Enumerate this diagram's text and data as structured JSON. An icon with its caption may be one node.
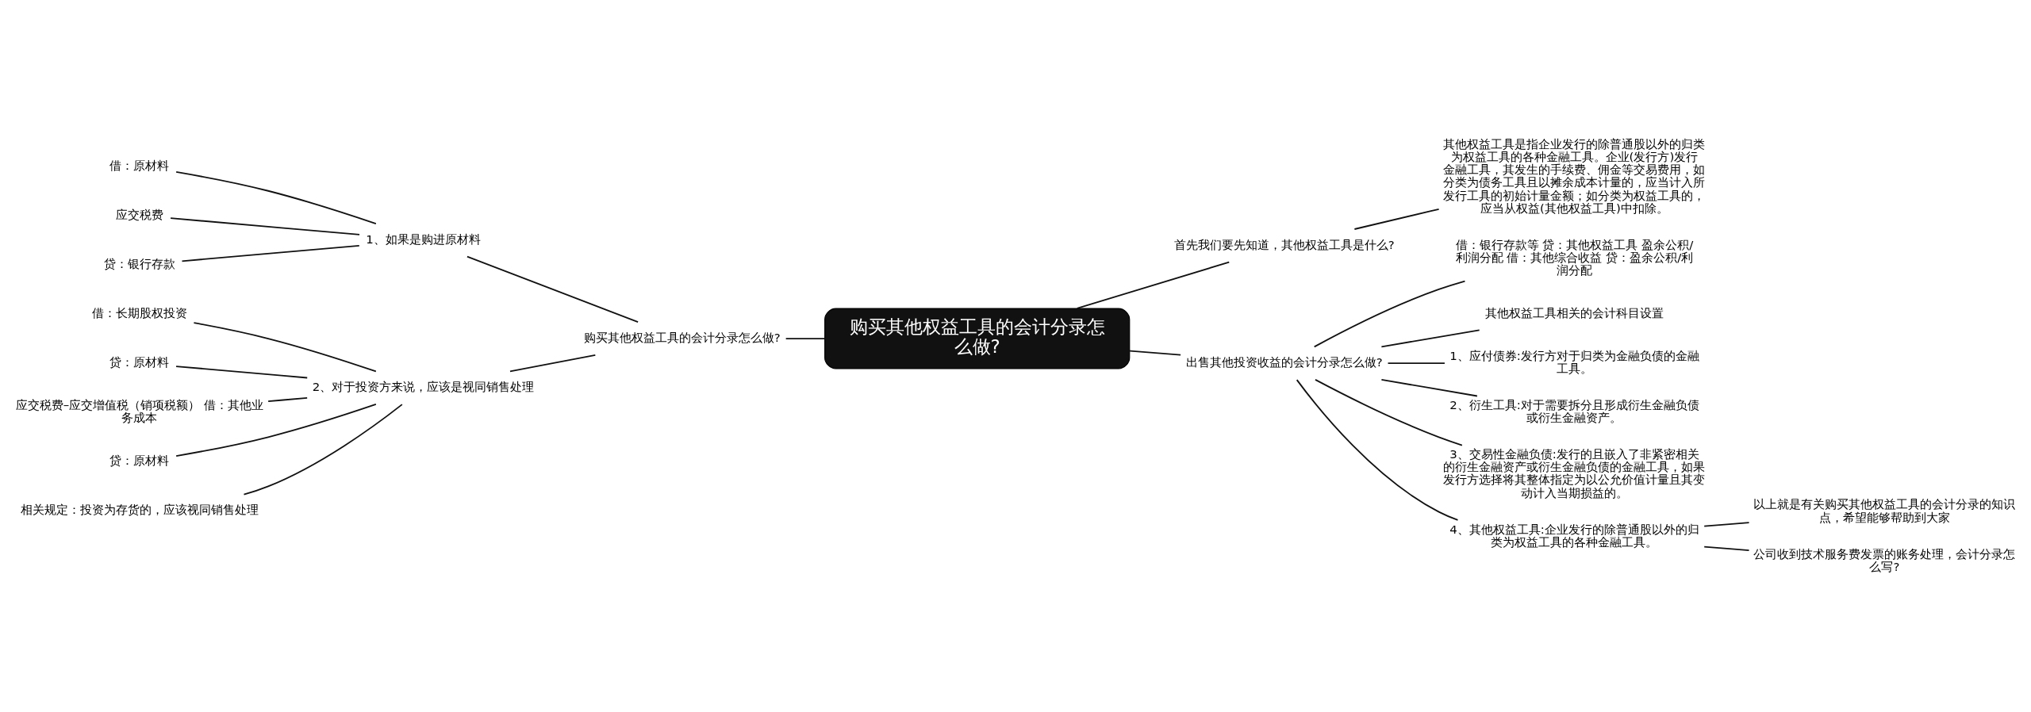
{
  "diagram": {
    "nodes": [
      {
        "text": [
          "购买其他权益工具的会计分录怎么做?"
        ]
      },
      {
        "text": [
          "购买其他权益工具的会计分录怎么做?"
        ]
      },
      {
        "text": [
          "1、如果是购进原材料"
        ]
      },
      {
        "text": [
          "借：原材料"
        ]
      },
      {
        "text": [
          "应交税费"
        ]
      },
      {
        "text": [
          "贷：银行存款"
        ]
      },
      {
        "text": [
          "2、对于投资方来说，应该是视同销售处理"
        ]
      },
      {
        "text": [
          "借：长期股权投资"
        ]
      },
      {
        "text": [
          "贷：原材料"
        ]
      },
      {
        "text": [
          "应交税费–应交增值税（销项税额） 借：其他业务成本"
        ]
      },
      {
        "text": [
          "贷：原材料"
        ]
      },
      {
        "text": [
          "相关规定：投资为存货的，应该视同销售处理"
        ]
      },
      {
        "text": [
          "首先我们要先知道，其他权益工具是什么?"
        ]
      },
      {
        "text": [
          "其他权益工具是指企业发行的除普通股以外的归类为权益工具的各种金融工具。企业(发行方)发行金融工具，其发生的手续费、佣金等交易费用，如分类为债务工具且以摊余成本计量的，应当计入所发行工具的初始计量金额；如分类为权益工具的，应当从权益(其他权益工具)中扣除。"
        ]
      },
      {
        "text": [
          "出售其他投资收益的会计分录怎么做?"
        ]
      },
      {
        "text": [
          "借：银行存款等 贷：其他权益工具 盈余公积/利润分配 借：其他综合收益 贷：盈余公积/利润分配"
        ]
      },
      {
        "text": [
          "其他权益工具相关的会计科目设置"
        ]
      },
      {
        "text": [
          "1、应付债券:发行方对于归类为金融负债的金融工具。"
        ]
      },
      {
        "text": [
          "2、衍生工具:对于需要拆分且形成衍生金融负债或衍生金融资产。"
        ]
      },
      {
        "text": [
          "3、交易性金融负债:发行的且嵌入了非紧密相关的衍生金融资产或衍生金融负债的金融工具，如果发行方选择将其整体指定为以公允价值计量且其变动计入当期损益的。"
        ]
      },
      {
        "text": [
          "4、其他权益工具:企业发行的除普通股以外的归类为权益工具的各种金融工具。"
        ]
      },
      {
        "text": [
          "以上就是有关购买其他权益工具的会计分录的知识点，希望能够帮助到大家"
        ]
      },
      {
        "text": [
          "公司收到技术服务费发票的账务处理，会计分录怎么写?"
        ]
      }
    ],
    "edges": [
      {
        "from": 0,
        "to": 1,
        "arrow": "none"
      },
      {
        "from": 1,
        "to": 2,
        "arrow": "none"
      },
      {
        "from": 2,
        "to": 3,
        "arrow": "none"
      },
      {
        "from": 2,
        "to": 4,
        "arrow": "none"
      },
      {
        "from": 2,
        "to": 5,
        "arrow": "none"
      },
      {
        "from": 1,
        "to": 6,
        "arrow": "none"
      },
      {
        "from": 6,
        "to": 7,
        "arrow": "none"
      },
      {
        "from": 6,
        "to": 8,
        "arrow": "none"
      },
      {
        "from": 6,
        "to": 9,
        "arrow": "none"
      },
      {
        "from": 6,
        "to": 10,
        "arrow": "none"
      },
      {
        "from": 6,
        "to": 11,
        "arrow": "none"
      },
      {
        "from": 0,
        "to": 12,
        "arrow": "none"
      },
      {
        "from": 12,
        "to": 13,
        "arrow": "none"
      },
      {
        "from": 0,
        "to": 14,
        "arrow": "none"
      },
      {
        "from": 14,
        "to": 15,
        "arrow": "none"
      },
      {
        "from": 14,
        "to": 16,
        "arrow": "none"
      },
      {
        "from": 14,
        "to": 17,
        "arrow": "none"
      },
      {
        "from": 14,
        "to": 18,
        "arrow": "none"
      },
      {
        "from": 14,
        "to": 19,
        "arrow": "none"
      },
      {
        "from": 14,
        "to": 20,
        "arrow": "none"
      },
      {
        "from": 20,
        "to": 21,
        "arrow": "none"
      },
      {
        "from": 20,
        "to": 22,
        "arrow": "none"
      }
    ]
  }
}
